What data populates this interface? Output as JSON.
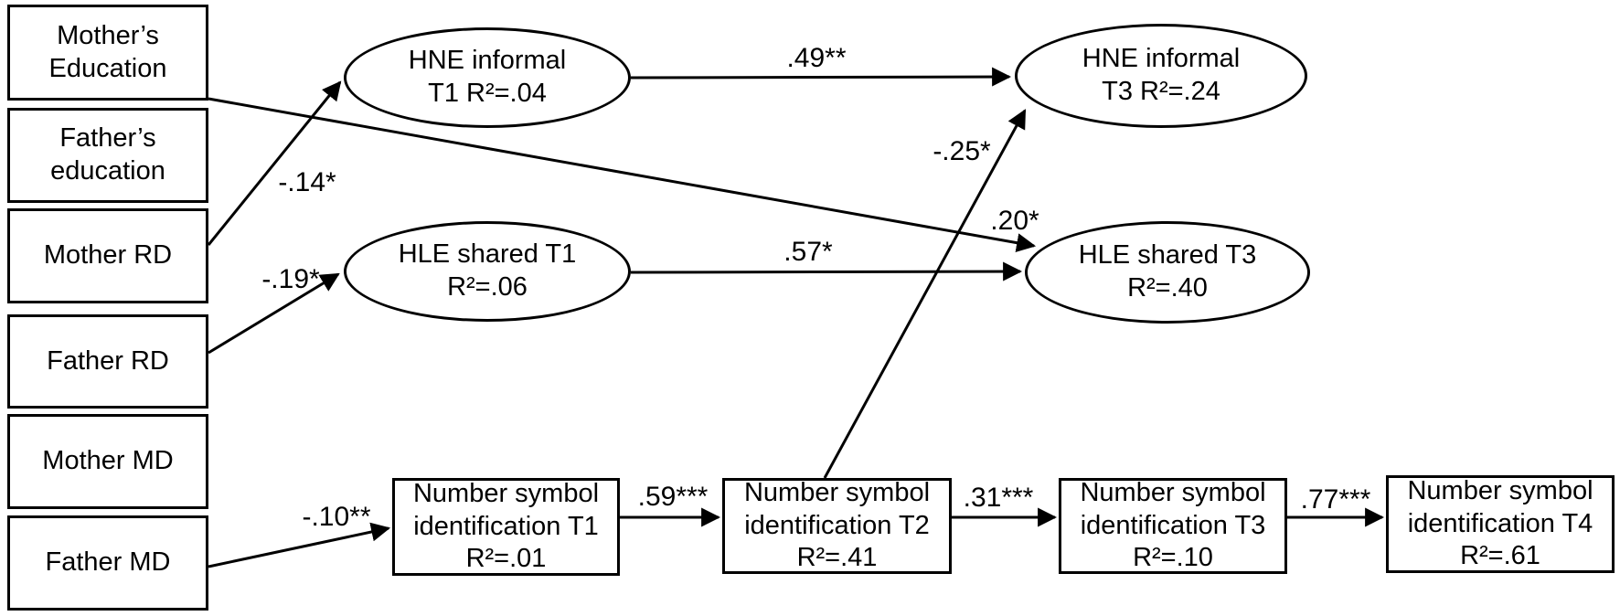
{
  "figure": {
    "type": "structural-equation-path-model",
    "background_color": "#ffffff",
    "line_color": "#000000",
    "text_color": "#000000"
  },
  "observed_predictors": [
    {
      "label": "Mother’s\nEducation"
    },
    {
      "label": "Father’s\neducation"
    },
    {
      "label": "Mother RD"
    },
    {
      "label": "Father RD"
    },
    {
      "label": "Mother MD"
    },
    {
      "label": "Father MD"
    }
  ],
  "latent_variables": [
    {
      "label": "HNE informal\nT1 R²=.04"
    },
    {
      "label": "HNE informal\nT3 R²=.24"
    },
    {
      "label": "HLE shared T1\nR²=.06"
    },
    {
      "label": "HLE shared T3\nR²=.40"
    }
  ],
  "outcome_boxes": [
    {
      "label": "Number symbol\nidentification T1\nR²=.01"
    },
    {
      "label": "Number symbol\nidentification T2\nR²=.41"
    },
    {
      "label": "Number symbol\nidentification T3\nR²=.10"
    },
    {
      "label": "Number symbol\nidentification T4\nR²=.61"
    }
  ],
  "path_coefficients": [
    {
      "from": "Mother RD",
      "to": "HNE informal T1",
      "value": "-.14*"
    },
    {
      "from": "Father RD",
      "to": "HLE shared T1",
      "value": "-.19*"
    },
    {
      "from": "Father MD",
      "to": "Number symbol identification T1",
      "value": "-.10**"
    },
    {
      "from": "Mother’s Education",
      "to": "HLE shared T3",
      "value": ".20*"
    },
    {
      "from": "HNE informal T1",
      "to": "HNE informal T3",
      "value": ".49**"
    },
    {
      "from": "HLE shared T1",
      "to": "HLE shared T3",
      "value": ".57*"
    },
    {
      "from": "Number symbol identification T2",
      "to": "HNE informal T3",
      "value": "-.25*"
    },
    {
      "from": "Number symbol identification T1",
      "to": "Number symbol identification T2",
      "value": ".59***"
    },
    {
      "from": "Number symbol identification T2",
      "to": "Number symbol identification T3",
      "value": ".31***"
    },
    {
      "from": "Number symbol identification T3",
      "to": "Number symbol identification T4",
      "value": ".77***"
    }
  ]
}
